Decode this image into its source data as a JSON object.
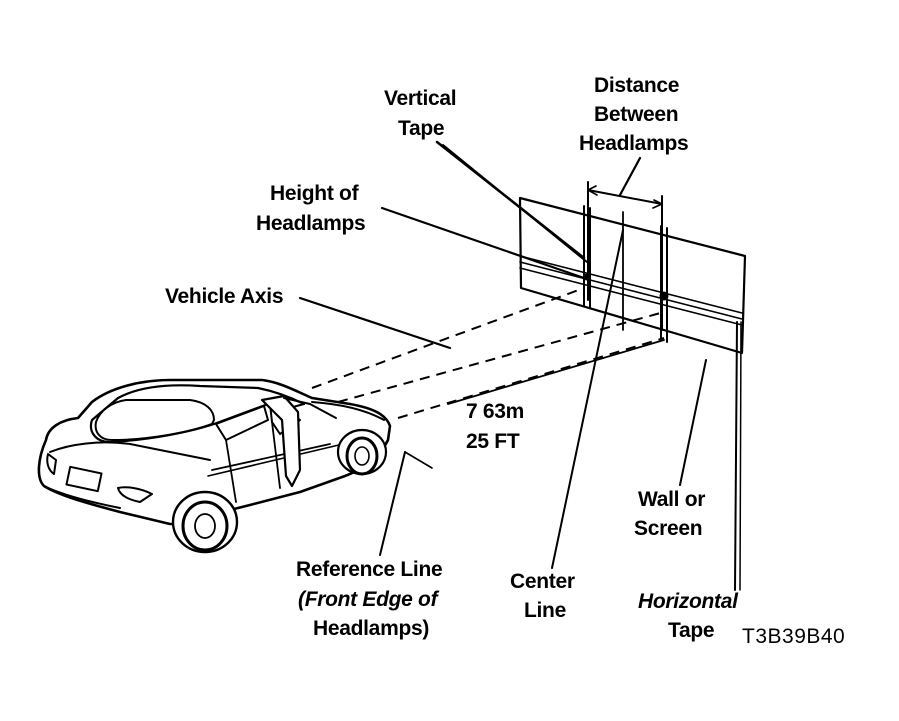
{
  "labels": {
    "vertical_tape_1": "Vertical",
    "vertical_tape_2": "Tape",
    "distance_1": "Distance",
    "distance_2": "Between",
    "distance_3": "Headlamps",
    "height_1": "Height of",
    "height_2": "Headlamps",
    "vehicle_axis": "Vehicle Axis",
    "distance_m": "7 63m",
    "distance_ft": "25 FT",
    "wall_1": "Wall or",
    "wall_2": "Screen",
    "reference_1": "Reference Line",
    "reference_2": "(Front Edge of",
    "reference_3": "Headlamps)",
    "center_1": "Center",
    "center_2": "Line",
    "horizontal_1": "Horizontal",
    "horizontal_2": "Tape"
  },
  "figure_code": "T3B39B40"
}
